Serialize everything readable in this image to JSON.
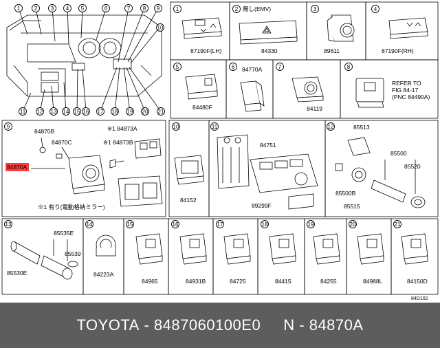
{
  "parts": [
    {
      "num": "1",
      "code": "87190F(LH)"
    },
    {
      "num": "2",
      "code": "84330",
      "note": "無し(EMV)"
    },
    {
      "num": "3",
      "code": "89611"
    },
    {
      "num": "4",
      "code": "87190F(RH)"
    },
    {
      "num": "5",
      "code": "84480F"
    },
    {
      "num": "6",
      "code": "84770A"
    },
    {
      "num": "7",
      "code": "84119"
    },
    {
      "num": "8",
      "refer": [
        "REFER TO",
        "FIG 84-17",
        "(PNC 84490A)"
      ]
    },
    {
      "num": "9",
      "codes": [
        "84870B",
        "84870C",
        "※1 84873A",
        "※1 84873B",
        "84870A"
      ],
      "note": "※1 有り(電動格納ミラー)"
    },
    {
      "num": "10",
      "code": "84152"
    },
    {
      "num": "11",
      "codes": [
        "84751",
        "89299F"
      ]
    },
    {
      "num": "12",
      "codes": [
        "85513",
        "85500",
        "85520",
        "85500B",
        "85515"
      ]
    },
    {
      "num": "13",
      "codes": [
        "85535E",
        "85539",
        "85530E"
      ]
    },
    {
      "num": "14",
      "code": "84223A"
    },
    {
      "num": "15",
      "code": "84965"
    },
    {
      "num": "16",
      "code": "84931B"
    },
    {
      "num": "17",
      "code": "84725"
    },
    {
      "num": "18",
      "code": "84415"
    },
    {
      "num": "19",
      "code": "84255"
    },
    {
      "num": "20",
      "code": "84988L"
    },
    {
      "num": "21",
      "code": "84150D"
    }
  ],
  "dash_callouts": [
    "1",
    "2",
    "3",
    "4",
    "5",
    "6",
    "7",
    "8",
    "9",
    "10",
    "11",
    "12",
    "13",
    "14",
    "15",
    "16",
    "17",
    "18",
    "19",
    "20",
    "21"
  ],
  "diagram_id": "84D102",
  "footer": {
    "brand": "TOYOTA",
    "part_number": "8487060100E0",
    "n_label": "N",
    "n_code": "84870A"
  },
  "colors": {
    "footer_bg": "#5d5d5d",
    "highlight": "#ff3b3b"
  }
}
